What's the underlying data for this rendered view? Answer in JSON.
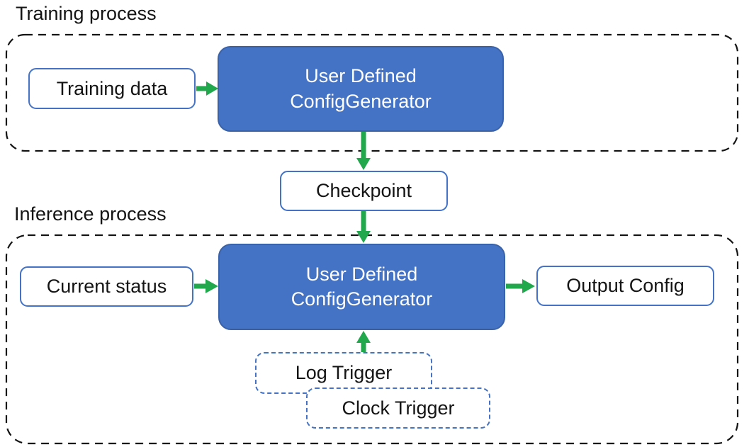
{
  "colors": {
    "generator_fill": "#4472C4",
    "generator_text": "#FFFFFF",
    "box_border_blue": "#4472C4",
    "arrow_green": "#21A84D",
    "dash_black": "#141414"
  },
  "training_section": {
    "label": "Training process",
    "training_data": {
      "label": "Training data"
    },
    "generator": {
      "line1": "User Defined",
      "line2": "ConfigGenerator"
    }
  },
  "checkpoint": {
    "label": "Checkpoint"
  },
  "inference_section": {
    "label": "Inference process",
    "current_status": {
      "label": "Current status"
    },
    "generator": {
      "line1": "User Defined",
      "line2": "ConfigGenerator"
    },
    "output_config": {
      "label": "Output Config"
    },
    "log_trigger": {
      "label": "Log Trigger"
    },
    "clock_trigger": {
      "label": "Clock Trigger"
    }
  },
  "edges": [
    {
      "from": "training_data",
      "to": "training_generator",
      "direction": "right"
    },
    {
      "from": "training_generator",
      "to": "checkpoint",
      "direction": "down"
    },
    {
      "from": "checkpoint",
      "to": "inference_generator",
      "direction": "down"
    },
    {
      "from": "current_status",
      "to": "inference_generator",
      "direction": "right"
    },
    {
      "from": "inference_generator",
      "to": "output_config",
      "direction": "right"
    },
    {
      "from": "log_trigger",
      "to": "inference_generator",
      "direction": "up"
    }
  ]
}
